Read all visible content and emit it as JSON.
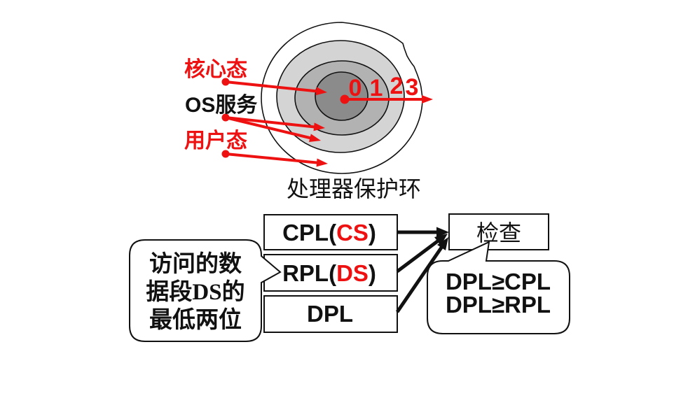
{
  "palette": {
    "red": "#ee1111",
    "black": "#111111",
    "ring_fill_0": "#8b8b8b",
    "ring_fill_1": "#b2b2b2",
    "ring_fill_2": "#d4d4d4",
    "ring_fill_3": "#ffffff"
  },
  "protection_rings": {
    "caption": "处理器保护环",
    "ring_numbers": [
      "0",
      "1",
      "2",
      "3"
    ],
    "labels": {
      "kernel_mode": "核心态",
      "os_services": "OS服务",
      "user_mode": "用户态"
    }
  },
  "privilege_check": {
    "cpl_box": {
      "prefix": "CPL(",
      "highlight": "CS",
      "suffix": ")"
    },
    "rpl_box": {
      "prefix": "RPL(",
      "highlight": "DS",
      "suffix": ")"
    },
    "dpl_box": {
      "label": "DPL"
    },
    "check_box": {
      "label": "检查"
    },
    "ds_callout": {
      "lines": [
        "访问的数",
        "据段DS的",
        "最低两位"
      ]
    },
    "rule_callout": {
      "lines": [
        "DPL≥CPL",
        "DPL≥RPL"
      ]
    }
  }
}
